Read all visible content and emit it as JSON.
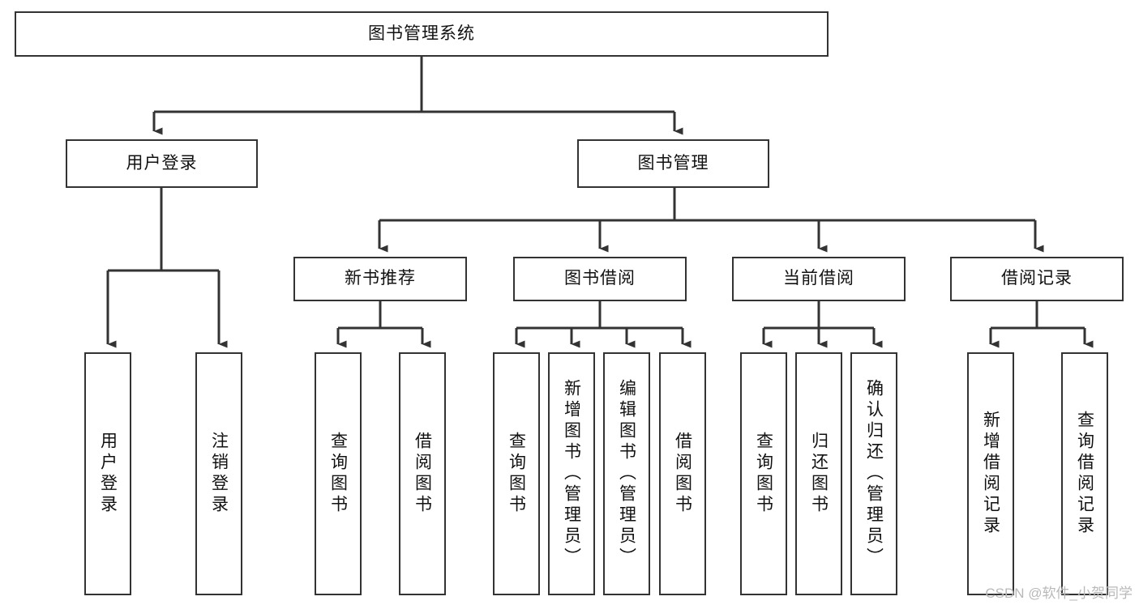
{
  "diagram": {
    "type": "tree-hierarchy",
    "title": "图书管理系统",
    "watermark": "CSDN @软件_小贺同学",
    "colors": {
      "box_border": "#333333",
      "box_fill": "#ffffff",
      "connector": "#333333",
      "text": "#111111",
      "watermark": "#b9b9b9",
      "background": "#ffffff"
    },
    "root": {
      "label": "图书管理系统"
    },
    "level2": [
      {
        "label": "用户登录"
      },
      {
        "label": "图书管理"
      }
    ],
    "level3": [
      {
        "label": "新书推荐"
      },
      {
        "label": "图书借阅"
      },
      {
        "label": "当前借阅"
      },
      {
        "label": "借阅记录"
      }
    ],
    "leaves": {
      "user_login": [
        {
          "label": "用户登录"
        },
        {
          "label": "注销登录"
        }
      ],
      "new_book": [
        {
          "label": "查询图书"
        },
        {
          "label": "借阅图书"
        }
      ],
      "book_borrow": [
        {
          "label": "查询图书"
        },
        {
          "label": "新增图书（管理员）"
        },
        {
          "label": "编辑图书（管理员）"
        },
        {
          "label": "借阅图书"
        }
      ],
      "current_borrow": [
        {
          "label": "查询图书"
        },
        {
          "label": "归还图书"
        },
        {
          "label": "确认归还（管理员）"
        }
      ],
      "borrow_record": [
        {
          "label": "新增借阅记录"
        },
        {
          "label": "查询借阅记录"
        }
      ]
    }
  }
}
